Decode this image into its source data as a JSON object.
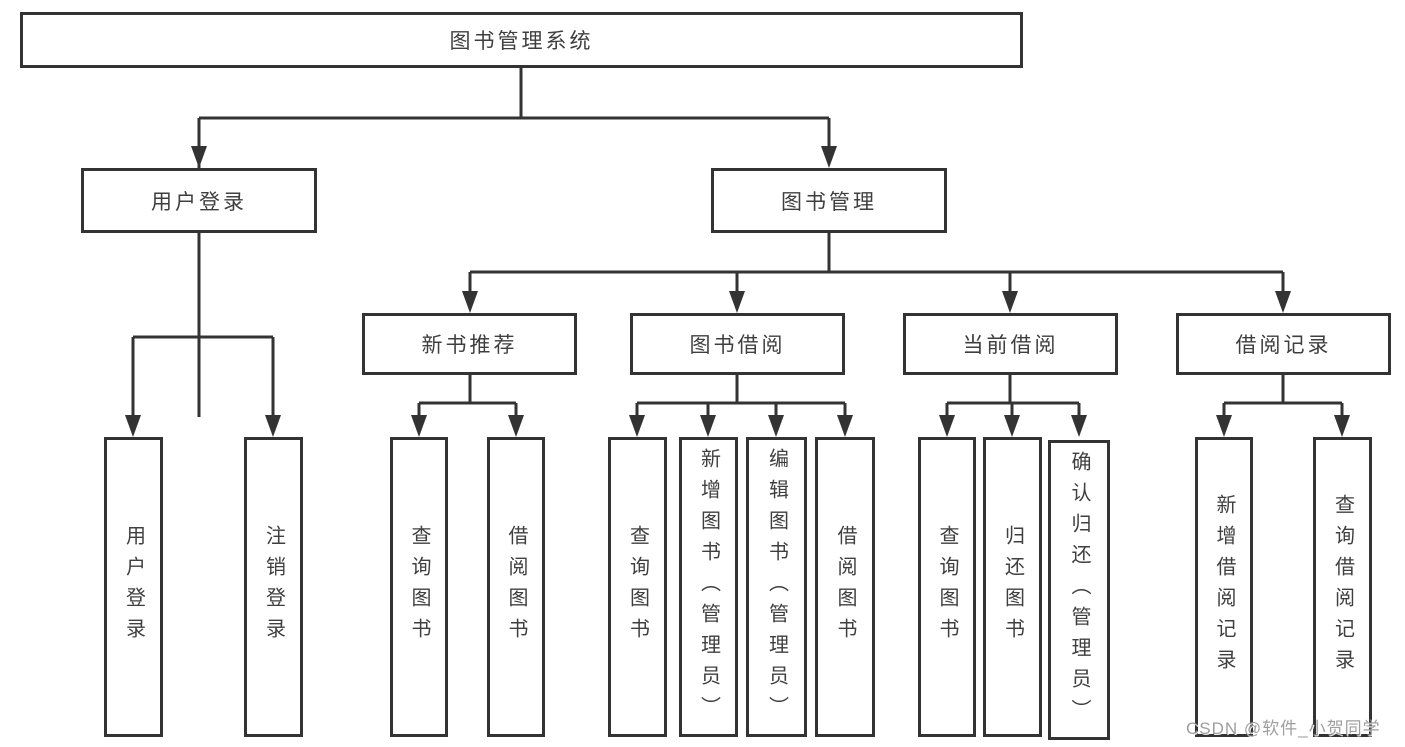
{
  "tree": {
    "label": "图书管理系统",
    "children": [
      {
        "label": "用户登录",
        "children": [
          {
            "label": "用户登录"
          },
          {
            "label": "注销登录"
          }
        ]
      },
      {
        "label": "图书管理",
        "children": [
          {
            "label": "新书推荐",
            "children": [
              {
                "label": "查询图书"
              },
              {
                "label": "借阅图书"
              }
            ]
          },
          {
            "label": "图书借阅",
            "children": [
              {
                "label": "查询图书"
              },
              {
                "label": "新增图书（管理员）"
              },
              {
                "label": "编辑图书（管理员）"
              },
              {
                "label": "借阅图书"
              }
            ]
          },
          {
            "label": "当前借阅",
            "children": [
              {
                "label": "查询图书"
              },
              {
                "label": "归还图书"
              },
              {
                "label": "确认归还（管理员）"
              }
            ]
          },
          {
            "label": "借阅记录",
            "children": [
              {
                "label": "新增借阅记录"
              },
              {
                "label": "查询借阅记录"
              }
            ]
          }
        ]
      }
    ]
  },
  "watermark": "CSDN @软件_小贺同学",
  "colors": {
    "line": "#333333",
    "text": "#3f3f3f",
    "background": "#ffffff"
  }
}
